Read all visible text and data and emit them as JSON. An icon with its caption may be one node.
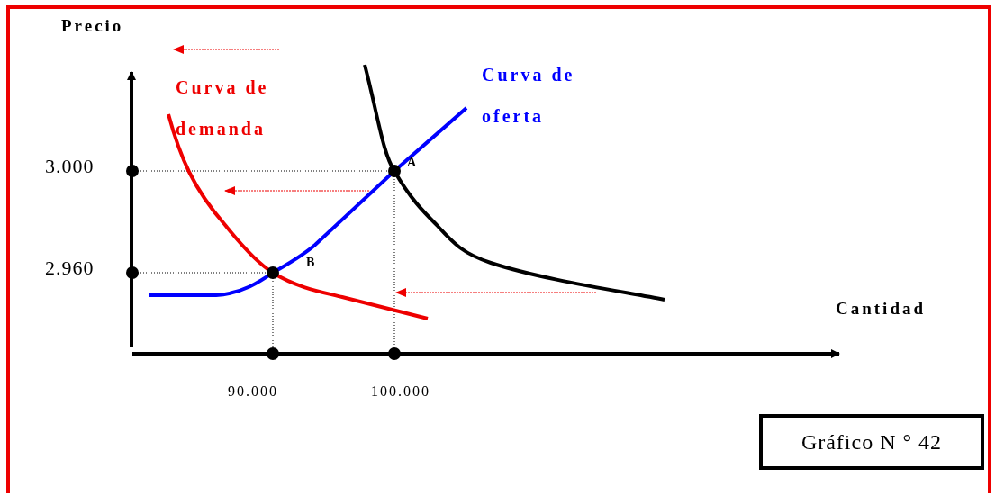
{
  "diagram": {
    "nodes": [
      {
        "text": [
          "Gráfico N ° 42"
        ]
      }
    ],
    "labels": [
      "Precio",
      "Curva de demanda",
      "Curva de oferta",
      "3.000",
      "A",
      "2.960",
      "B",
      "Cantidad",
      "90.000",
      "100.000"
    ]
  }
}
